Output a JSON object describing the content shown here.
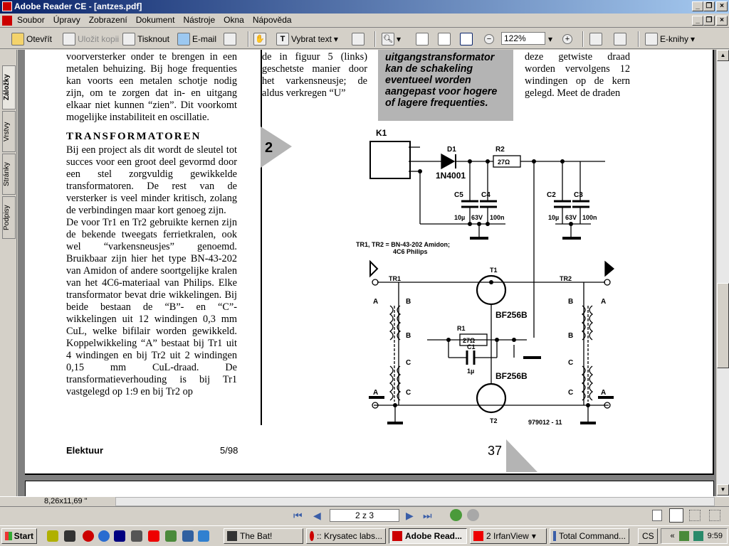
{
  "window": {
    "title": "Adobe Reader CE - [antzes.pdf]"
  },
  "menu": [
    "Soubor",
    "Úpravy",
    "Zobrazení",
    "Dokument",
    "Nástroje",
    "Okna",
    "Nápověda"
  ],
  "toolbar": {
    "open": "Otevřít",
    "save_copy": "Uložit kopii",
    "print": "Tisknout",
    "email": "E-mail",
    "select_text": "Vybrat text",
    "zoom": "122%",
    "ebooks": "E-knihy"
  },
  "side_tabs": [
    "Záložky",
    "Vrstvy",
    "Stránky",
    "Podpisy"
  ],
  "document": {
    "col1_top": "voorversterker onder te brengen in een metalen behuizing. Bij hoge frequenties kan voorts een metalen schotje nodig zijn, om te zorgen dat in- en uitgang elkaar niet kunnen “zien”. Dit voorkomt mogelijke instabiliteit en oscillatie.",
    "heading": "TRANSFORMATOREN",
    "col1_p1": "Bij een project als dit wordt de sleutel tot succes voor een groot deel gevormd door een stel zorgvuldig gewikkelde transformatoren. De rest van de versterker is veel minder kritisch, zolang de verbindingen maar kort genoeg zijn.",
    "col1_p2": "De voor Tr1 en Tr2 gebruikte kernen zijn de bekende tweegats ferrietkralen, ook wel “varkensneusjes” genoemd. Bruikbaar zijn hier het type BN-43-202 van Amidon of andere soortgelijke kralen van het 4C6-materiaal van Philips. Elke transformator bevat drie wikkelingen. Bij beide bestaan de “B”- en “C”-wikkelingen uit 12 windingen 0,3 mm CuL, welke bifilair worden gewikkeld. Koppelwikkeling “A” bestaat bij Tr1 uit 4 windingen en bij Tr2 uit 2 windingen 0,15 mm CuL-draad. De transformatieverhouding is bij Tr1 vastgelegd op 1:9 en bij Tr2 op",
    "col2_top": "de in figuur 5 (links) geschetste manier door het varkensneusje; de aldus verkregen “U”",
    "greybox": "uitgangstransformator kan de schakeling eventueel worden aangepast voor hogere of lagere frequenties.",
    "col4_top": "deze getwiste draad worden vervolgens 12 windingen op de kern gelegd. Meet de draden",
    "figure_number": "2",
    "footer_left": "Elektuur",
    "footer_mid": "5/98",
    "page_number": "37"
  },
  "schematic": {
    "k1": "K1",
    "d1": "D1",
    "d1_type": "1N4001",
    "r2": "R2",
    "r2_val": "27Ω",
    "c5": "C5",
    "c4": "C4",
    "c2": "C2",
    "c3": "C3",
    "c_small": "10µ",
    "c_volt": "63V",
    "c_big": "100n",
    "tr_note1": "TR1, TR2 = BN-43-202 Amidon;",
    "tr_note2": "4C6 Philips",
    "tr1": "TR1",
    "tr2": "TR2",
    "t1": "T1",
    "t2": "T2",
    "fet": "BF256B",
    "r1": "R1",
    "r1_val": "27Ω",
    "c1": "C1",
    "c1_val": "1µ",
    "a1": "A",
    "b1": "B",
    "c1w": "C",
    "code": "979012 - 11"
  },
  "status": {
    "page_size": "8,26x11,69 \""
  },
  "nav": {
    "page": "2 z 3"
  },
  "taskbar": {
    "start": "Start",
    "tasks": [
      "The Bat!",
      ":: Krysatec labs...",
      "Adobe Read...",
      "2 IrfanView",
      "Total Command..."
    ],
    "lang": "CS",
    "time": "9:59"
  },
  "colors": {
    "title_start": "#0a246a",
    "title_end": "#a6caf0",
    "greybox": "#b4b4b4"
  }
}
